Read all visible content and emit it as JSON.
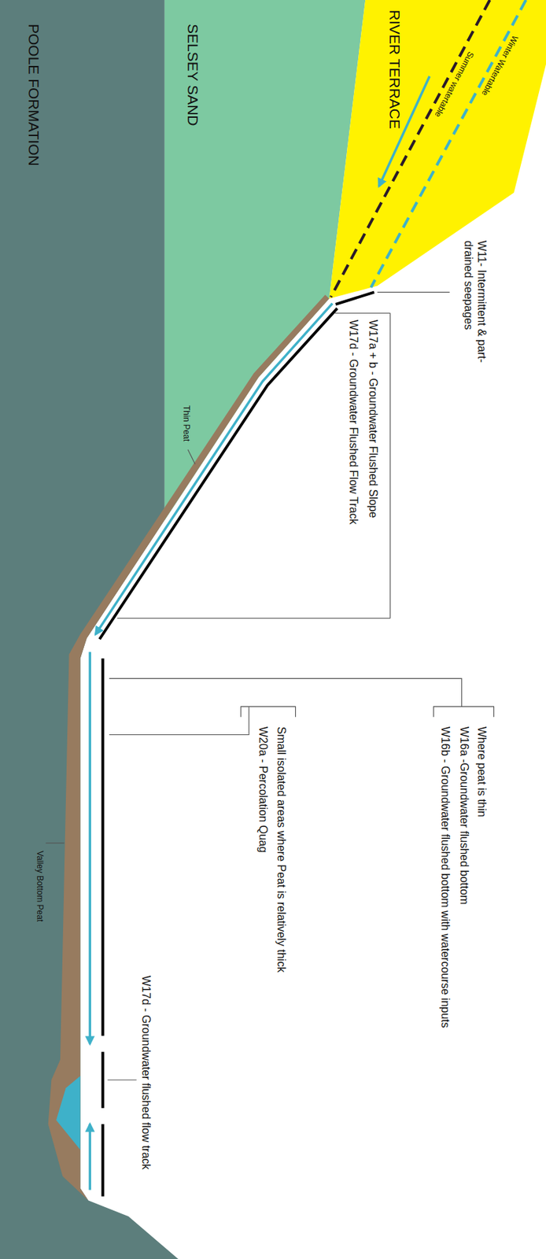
{
  "diagram": {
    "labels": [
      "RIVER TERRACE",
      "Winter Watertable",
      "Summer watertable",
      "W11- Intermittent & part-drained seepages",
      "SELSEY SAND",
      "POOLE FORMATION",
      "Thin Peat",
      "W17a + b - Groundwater Flushed Slope",
      "W17d - Groundwater Flushed Flow Track",
      "Where peat is thin",
      "W16a -Groundwater flushed bottom",
      "W16b - Groundwater flushed bottom with watercourse inputs",
      "Small isolated areas where Peat is relatively thick",
      "W20a - Percolation Quag",
      "Valley Bottom Peat",
      "W17d - Groundwater flushed flow track"
    ]
  }
}
